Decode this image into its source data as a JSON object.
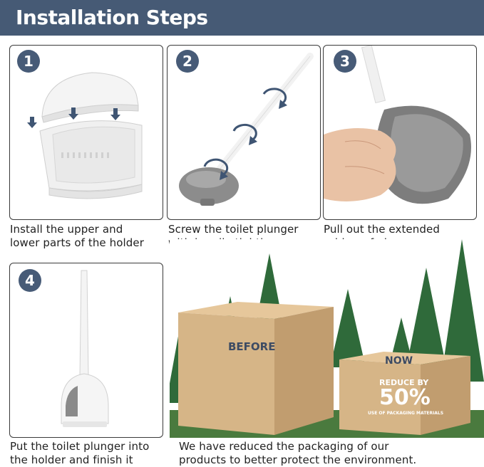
{
  "header": {
    "title": "Installation Steps"
  },
  "steps": [
    {
      "number": "1",
      "caption_line1": "Install the upper and",
      "caption_line2": "lower parts of the holder"
    },
    {
      "number": "2",
      "caption_line1": "Screw the toilet plunger",
      "caption_line2": "with handle tightly"
    },
    {
      "number": "3",
      "caption_line1": "Pull out the extended",
      "caption_line2": "rubber of plunger"
    },
    {
      "number": "4",
      "caption_line1": "Put the toilet plunger into",
      "caption_line2": "the holder and finish it"
    }
  ],
  "packaging": {
    "before_label": "BEFORE",
    "now_label": "NOW",
    "reduce_label": "REDUCE BY",
    "percent": "50%",
    "sub_label": "USE OF PACKAGING MATERIALS",
    "caption_line1": "We have reduced the packaging of our",
    "caption_line2": "products to better protect the environment."
  },
  "colors": {
    "header": "#465a75",
    "badge": "#475b77",
    "box": "#d9b78a",
    "trees": "#2f6a3a"
  }
}
